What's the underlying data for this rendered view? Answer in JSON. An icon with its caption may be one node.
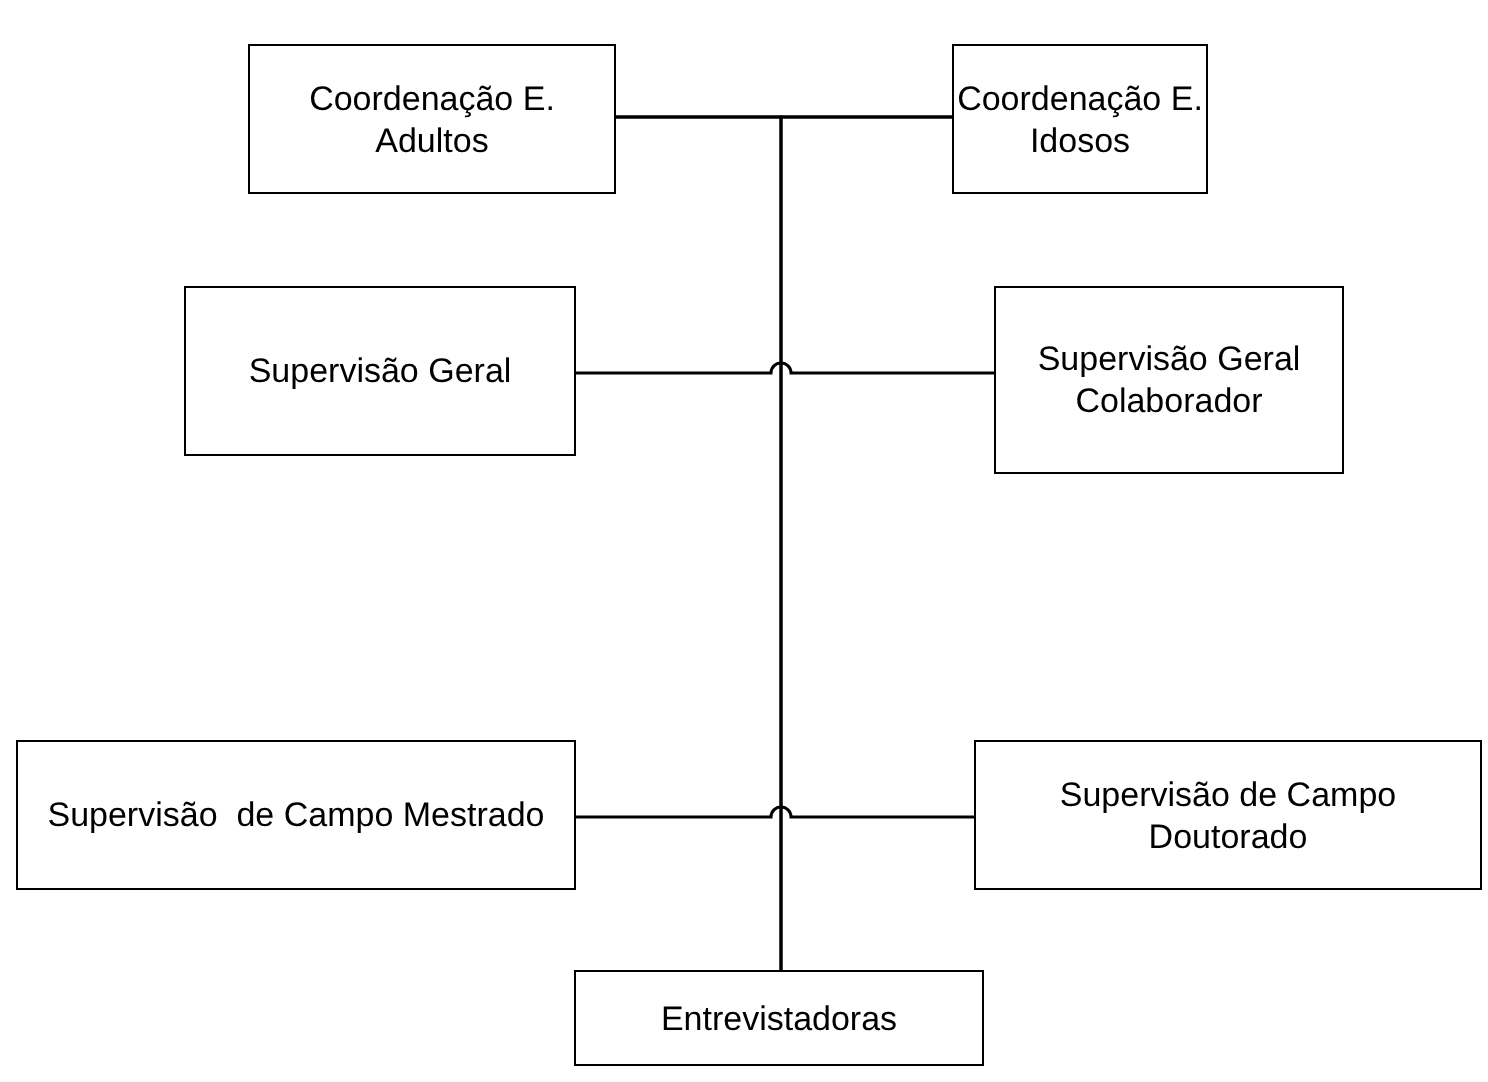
{
  "diagram": {
    "nodes": [
      {
        "text": [
          "Coordenação E. Adultos"
        ]
      },
      {
        "text": [
          "Coordenação E. Idosos"
        ]
      },
      {
        "text": [
          "Supervisão Geral"
        ]
      },
      {
        "text": [
          "Supervisão Geral Colaborador"
        ]
      },
      {
        "text": [
          "Supervisão  de Campo Mestrado"
        ]
      },
      {
        "text": [
          "Supervisão de Campo Doutorado"
        ]
      },
      {
        "text": [
          "Entrevistadoras"
        ]
      }
    ],
    "edges": [
      {
        "from": 0,
        "to": 1,
        "arrow": "none"
      },
      {
        "from": 0,
        "to": 6,
        "arrow": "none"
      },
      {
        "from": 1,
        "to": 6,
        "arrow": "none"
      },
      {
        "from": 2,
        "to": 3,
        "arrow": "none"
      },
      {
        "from": 4,
        "to": 5,
        "arrow": "none"
      }
    ]
  }
}
